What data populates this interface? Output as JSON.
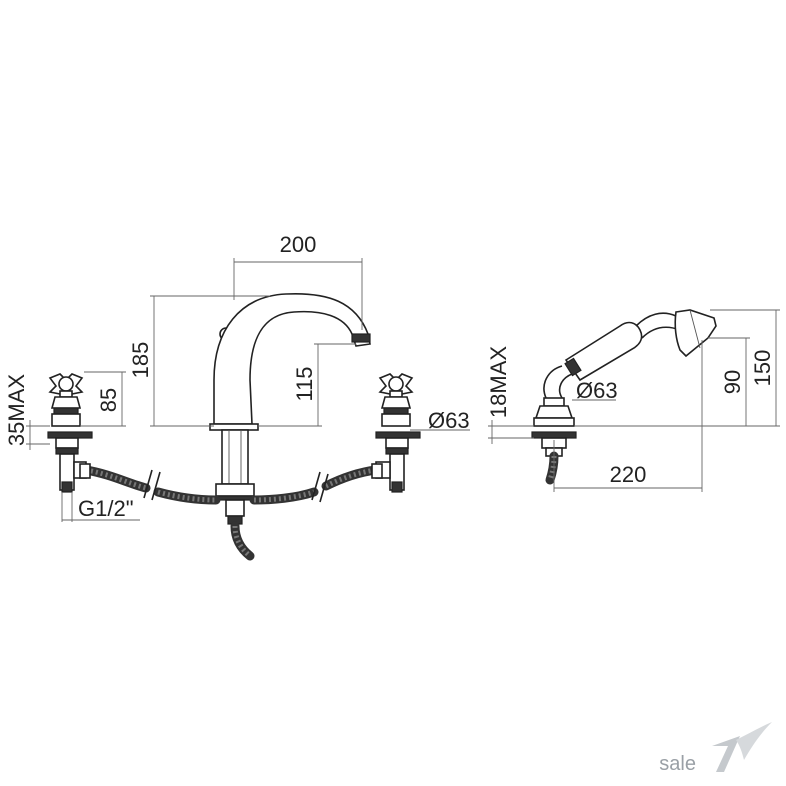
{
  "dimensions": {
    "spout_reach": "200",
    "spout_height": "185",
    "spout_outlet_height": "115",
    "handle_height": "85",
    "handle_diameter": "Ø63",
    "deck_thickness_left": "35MAX",
    "connection": "G1/2\"",
    "hand_shower_reach": "220",
    "hand_shower_height": "150",
    "hand_shower_holder_height": "90",
    "holder_diameter": "Ø63",
    "deck_thickness_right": "18MAX"
  },
  "watermark": {
    "text": "sale"
  },
  "colors": {
    "line": "#222222",
    "dimension": "#666666",
    "watermark": "#9aa0a6"
  }
}
